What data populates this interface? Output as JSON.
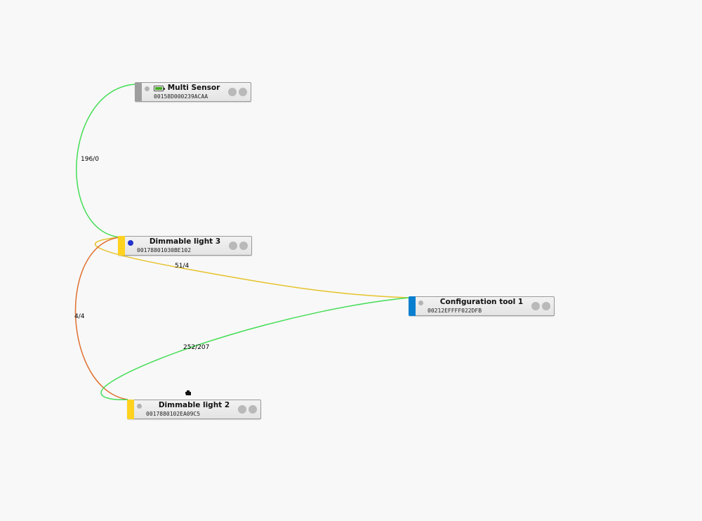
{
  "nodes": {
    "multi_sensor": {
      "title": "Multi Sensor",
      "address": "00158D000239ACAA",
      "color": "#9e9e9e"
    },
    "dimmable_light_3": {
      "title": "Dimmable light 3",
      "address": "00178801030BE102",
      "color": "#ffd21f"
    },
    "configuration_tool_1": {
      "title": "Configuration tool 1",
      "address": "00212EFFFF022DFB",
      "color": "#0a7fd0"
    },
    "dimmable_light_2": {
      "title": "Dimmable light 2",
      "address": "0017880102EA09C5",
      "color": "#ffd21f"
    }
  },
  "links": {
    "sensor_to_light3": {
      "label": "196/0",
      "color": "#44dd55"
    },
    "light3_to_config": {
      "label": "51/4",
      "color": "#e6c22a"
    },
    "light3_to_light2": {
      "label": "4/4",
      "color": "#e07030"
    },
    "config_to_light2": {
      "label": "252/207",
      "color": "#44dd55"
    }
  }
}
